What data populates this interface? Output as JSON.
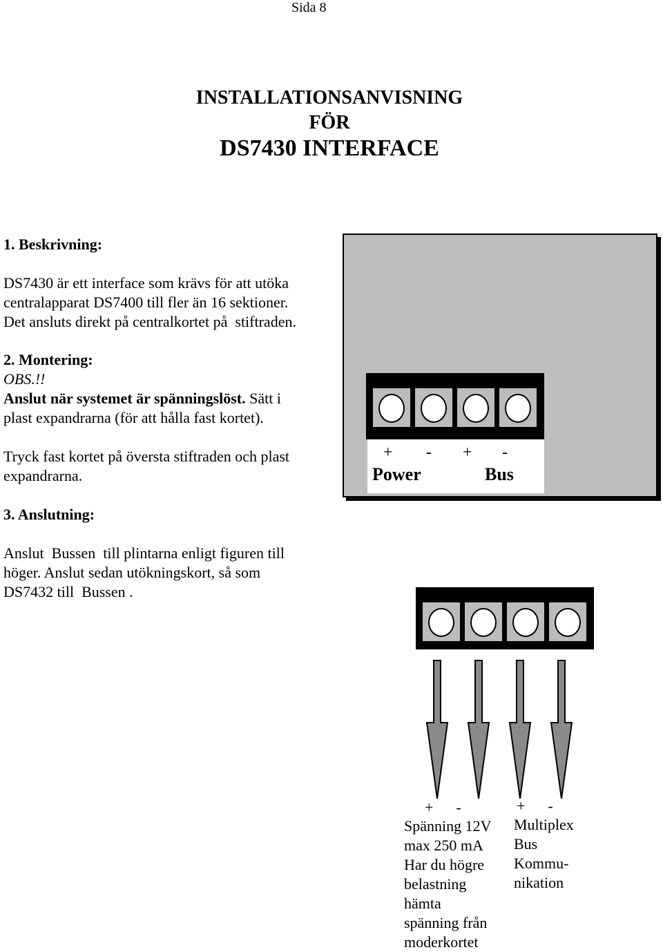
{
  "page_number": "Sida 8",
  "title": {
    "line1": "INSTALLATIONSANVISNING",
    "line2": "FÖR",
    "line3": "DS7430 INTERFACE"
  },
  "section1": {
    "heading": "1. Beskrivning:",
    "text": "DS7430 är ett interface som krävs för att utöka\ncentralapparat DS7400 till fler än 16 sektioner.\nDet ansluts direkt på centralkortet på  stiftraden."
  },
  "section2": {
    "heading": "2. Montering:",
    "obs": "OBS.!!",
    "warning_bold": "Anslut när systemet är spänningslöst.",
    "warning_rest": " Sätt i",
    "line2": "plast expandrarna (för att hålla fast kortet).",
    "text2": "Tryck fast kortet på översta stiftraden och plast\nexpandrarna."
  },
  "section3": {
    "heading": "3. Anslutning:",
    "text": "Anslut  Bussen  till plintarna enligt figuren till\nhöger. Anslut sedan utökningskort, så som\nDS7432 till  Bussen ."
  },
  "diagram1": {
    "symbols": [
      "+",
      "-",
      "+",
      "-"
    ],
    "power_label": "Power",
    "bus_label": "Bus"
  },
  "diagram2": {
    "left_symbols": "+      -",
    "right_symbols": "+      -",
    "left_text": "Spänning 12V\nmax 250 mA\nHar du högre\nbelastning\nhämta\nspänning från\nmoderkortet",
    "right_text": "Multiplex\nBus\nKommu-\nnikation"
  }
}
